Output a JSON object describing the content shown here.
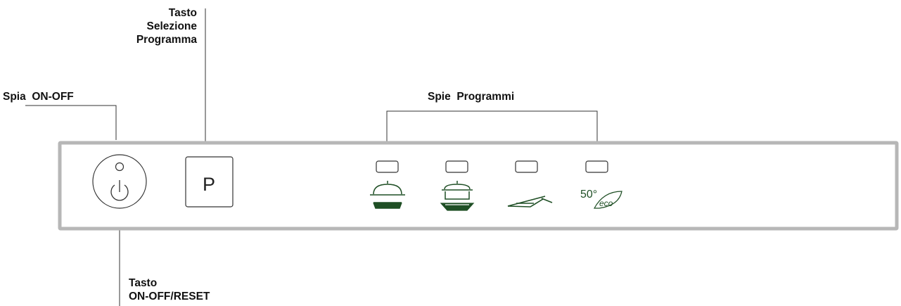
{
  "labels": {
    "program_key": [
      "Tasto",
      "Selezione",
      "Programma"
    ],
    "onoff_lamp": "Spia  ON-OFF",
    "program_lamps": "Spie  Programmi",
    "onoff_key": [
      "Tasto",
      "ON-OFF/RESET"
    ]
  },
  "panel": {
    "program_button_letter": "P"
  },
  "programs": [
    {
      "icon": "pot-on-pan-icon",
      "indicator": "lamp-1"
    },
    {
      "icon": "pot-above-plate-icon",
      "indicator": "lamp-2"
    },
    {
      "icon": "glass-plate-icon",
      "indicator": "lamp-3"
    },
    {
      "icon": "eco-50-icon",
      "indicator": "lamp-4",
      "text": "50°",
      "subtext": "eco"
    }
  ],
  "colors": {
    "panel_border": "#b7b7b7",
    "line": "#333333",
    "icon_green": "#1f4f25"
  }
}
